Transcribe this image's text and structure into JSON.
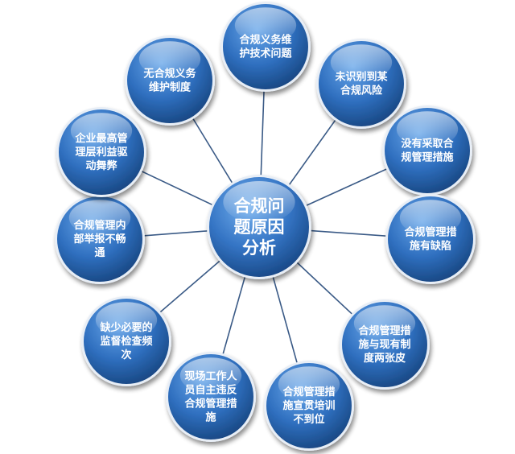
{
  "center": {
    "lines": [
      "合规问",
      "题原因",
      "分析"
    ]
  },
  "nodes": [
    {
      "id": "top",
      "lines": [
        "合规义务维",
        "护技术问题"
      ]
    },
    {
      "id": "tr1",
      "lines": [
        "未识别到某",
        "合规风险"
      ]
    },
    {
      "id": "tr2",
      "lines": [
        "没有采取合",
        "规管理措施"
      ]
    },
    {
      "id": "r",
      "lines": [
        "合规管理措",
        "施有缺陷"
      ]
    },
    {
      "id": "br1",
      "lines": [
        "合规管理措",
        "施与现有制",
        "度两张皮"
      ]
    },
    {
      "id": "br2",
      "lines": [
        "合规管理措",
        "施宣贯培训",
        "不到位"
      ]
    },
    {
      "id": "bl1",
      "lines": [
        "现场工作人",
        "员自主违反",
        "合规管理措",
        "施"
      ]
    },
    {
      "id": "bl2",
      "lines": [
        "缺少必要的",
        "监督检查频",
        "次"
      ]
    },
    {
      "id": "l",
      "lines": [
        "合规管理内",
        "部举报不畅",
        "通"
      ]
    },
    {
      "id": "tl1",
      "lines": [
        "企业最高管",
        "理层利益驱",
        "动舞弊"
      ]
    },
    {
      "id": "tl2",
      "lines": [
        "无合规义务",
        "维护制度"
      ]
    }
  ],
  "colors": {
    "node_light": "#5b9be0",
    "node_dark": "#1b4f93",
    "line": "#3a5a86"
  }
}
